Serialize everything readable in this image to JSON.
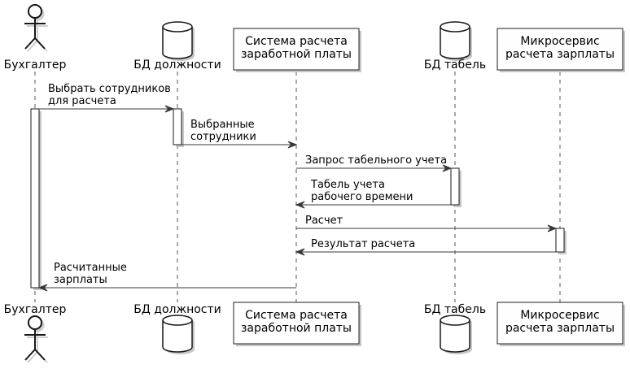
{
  "participants": [
    {
      "id": "accountant",
      "type": "actor",
      "label": [
        "Бухгалтер"
      ]
    },
    {
      "id": "db_positions",
      "type": "database",
      "label": [
        "БД должности"
      ]
    },
    {
      "id": "payroll_system",
      "type": "box",
      "label": [
        "Система расчета",
        "заработной платы"
      ]
    },
    {
      "id": "db_timesheet",
      "type": "database",
      "label": [
        "БД табель"
      ]
    },
    {
      "id": "payroll_microservice",
      "type": "box",
      "label": [
        "Микросервис",
        "расчета зарплаты"
      ]
    }
  ],
  "messages": [
    {
      "from": "accountant",
      "to": "db_positions",
      "label": [
        "Выбрать сотрудников",
        "для расчета"
      ]
    },
    {
      "from": "db_positions",
      "to": "payroll_system",
      "label": [
        "Выбранные",
        "сотрудники"
      ]
    },
    {
      "from": "payroll_system",
      "to": "db_timesheet",
      "label": [
        "Запрос табельного учета"
      ]
    },
    {
      "from": "db_timesheet",
      "to": "payroll_system",
      "label": [
        "Табель учета",
        "рабочего времени"
      ]
    },
    {
      "from": "payroll_system",
      "to": "payroll_microservice",
      "label": [
        "Расчет"
      ]
    },
    {
      "from": "payroll_microservice",
      "to": "payroll_system",
      "label": [
        "Результат расчета"
      ]
    },
    {
      "from": "payroll_system",
      "to": "accountant",
      "label": [
        "Расчитанные",
        "зарплаты"
      ]
    }
  ],
  "colors": {
    "line": "#383838",
    "box_fill": "#fefefe",
    "border": "#1f1f1f",
    "shadow": "#c8c8c8"
  }
}
